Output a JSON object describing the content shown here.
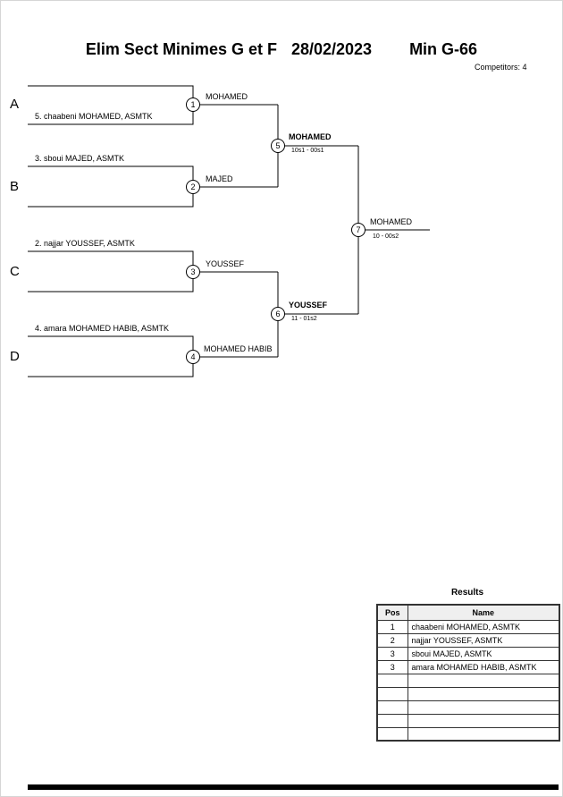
{
  "header": {
    "title_main": "Elim Sect Minimes G et F",
    "title_date": "28/02/2023",
    "title_category": "Min G-66",
    "competitors_label": "Competitors: 4"
  },
  "bracket": {
    "slots": [
      {
        "letter": "A",
        "name": "5. chaabeni MOHAMED, ASMTK"
      },
      {
        "letter": "B",
        "name": "3. sboui MAJED, ASMTK"
      },
      {
        "letter": "C",
        "name": "2. najjar YOUSSEF, ASMTK"
      },
      {
        "letter": "D",
        "name": "4. amara MOHAMED HABIB, ASMTK"
      }
    ],
    "matches": [
      {
        "number": "1",
        "winner": "MOHAMED"
      },
      {
        "number": "2",
        "winner": "MAJED"
      },
      {
        "number": "3",
        "winner": "YOUSSEF"
      },
      {
        "number": "4",
        "winner": "MOHAMED HABIB"
      },
      {
        "number": "5",
        "winner": "MOHAMED",
        "score": "10s1 - 00s1"
      },
      {
        "number": "6",
        "winner": "YOUSSEF",
        "score": "11 - 01s2"
      },
      {
        "number": "7",
        "winner": "MOHAMED",
        "score": "10 - 00s2"
      }
    ]
  },
  "results": {
    "title": "Results",
    "columns": [
      "Pos",
      "Name"
    ],
    "rows": [
      {
        "pos": "1",
        "name": "chaabeni MOHAMED, ASMTK"
      },
      {
        "pos": "2",
        "name": "najjar YOUSSEF, ASMTK"
      },
      {
        "pos": "3",
        "name": "sboui MAJED, ASMTK"
      },
      {
        "pos": "3",
        "name": "amara MOHAMED HABIB, ASMTK"
      },
      {
        "pos": "",
        "name": ""
      },
      {
        "pos": "",
        "name": ""
      },
      {
        "pos": "",
        "name": ""
      },
      {
        "pos": "",
        "name": ""
      },
      {
        "pos": "",
        "name": ""
      }
    ]
  }
}
